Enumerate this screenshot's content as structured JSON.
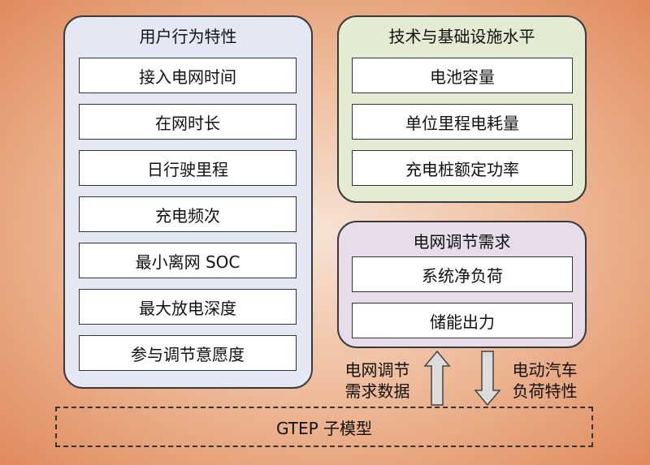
{
  "user_panel": {
    "title": "用户行为特性",
    "items": [
      "接入电网时间",
      "在网时长",
      "日行驶里程",
      "充电频次",
      "最小离网 SOC",
      "最大放电深度",
      "参与调节意愿度"
    ]
  },
  "tech_panel": {
    "title": "技术与基础设施水平",
    "items": [
      "电池容量",
      "单位里程电耗量",
      "充电桩额定功率"
    ]
  },
  "grid_panel": {
    "title": "电网调节需求",
    "items": [
      "系统净负荷",
      "储能出力"
    ]
  },
  "arrows": {
    "up_label_line1": "电网调节",
    "up_label_line2": "需求数据",
    "down_label_line1": "电动汽车",
    "down_label_line2": "负荷特性"
  },
  "gtep_label": "GTEP 子模型"
}
